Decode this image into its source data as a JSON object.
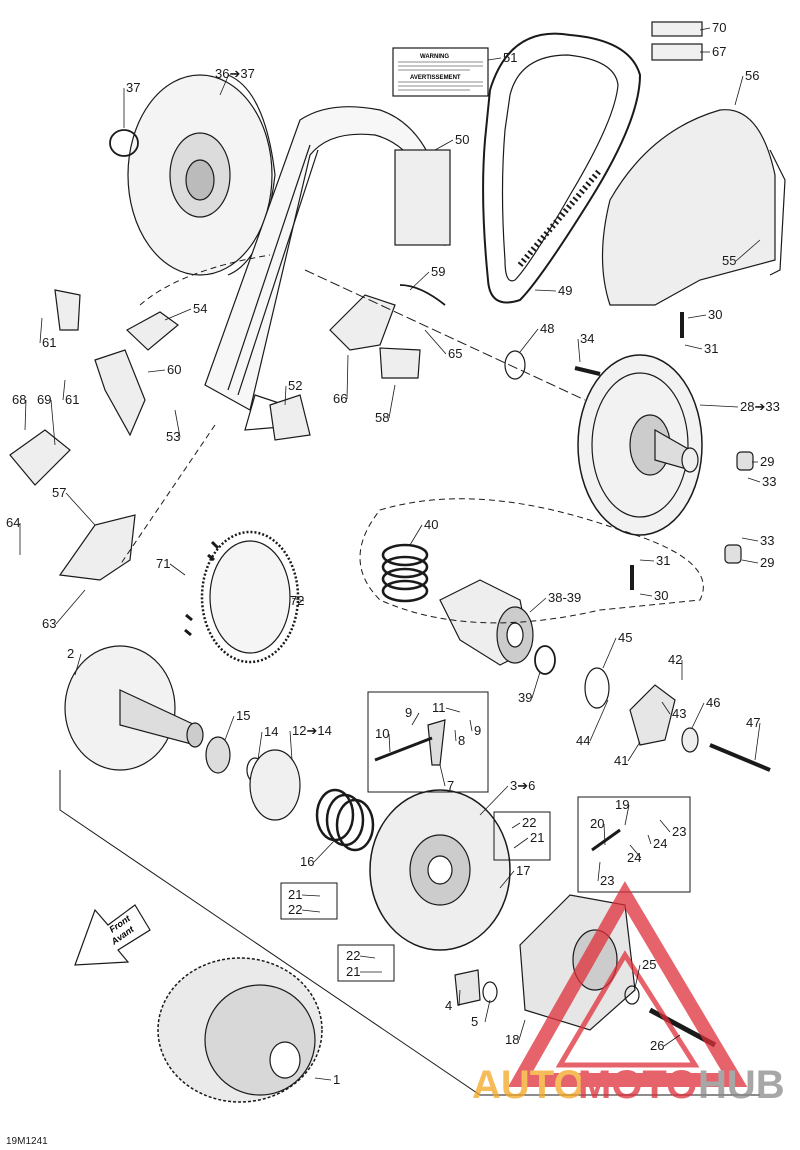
{
  "diagram_code": "19M1241",
  "front_sign": {
    "line1": "Front",
    "line2": "Avant"
  },
  "warning_label": {
    "heading": "WARNING",
    "heading2": "AVERTISSEMENT"
  },
  "callouts": [
    {
      "id": "70",
      "label": "70"
    },
    {
      "id": "67",
      "label": "67"
    },
    {
      "id": "51",
      "label": "51"
    },
    {
      "id": "56",
      "label": "56"
    },
    {
      "id": "37",
      "label": "37"
    },
    {
      "id": "36-37",
      "label": "36➔37"
    },
    {
      "id": "50",
      "label": "50"
    },
    {
      "id": "55",
      "label": "55"
    },
    {
      "id": "59",
      "label": "59"
    },
    {
      "id": "49",
      "label": "49"
    },
    {
      "id": "30a",
      "label": "30"
    },
    {
      "id": "54",
      "label": "54"
    },
    {
      "id": "48",
      "label": "48"
    },
    {
      "id": "34",
      "label": "34"
    },
    {
      "id": "31a",
      "label": "31"
    },
    {
      "id": "61a",
      "label": "61"
    },
    {
      "id": "65",
      "label": "65"
    },
    {
      "id": "60",
      "label": "60"
    },
    {
      "id": "61b",
      "label": "61"
    },
    {
      "id": "66",
      "label": "66"
    },
    {
      "id": "28-33",
      "label": "28➔33"
    },
    {
      "id": "68",
      "label": "68"
    },
    {
      "id": "69",
      "label": "69"
    },
    {
      "id": "52",
      "label": "52"
    },
    {
      "id": "53",
      "label": "53"
    },
    {
      "id": "58",
      "label": "58"
    },
    {
      "id": "29a",
      "label": "29"
    },
    {
      "id": "33a",
      "label": "33"
    },
    {
      "id": "57",
      "label": "57"
    },
    {
      "id": "40",
      "label": "40"
    },
    {
      "id": "33b",
      "label": "33"
    },
    {
      "id": "64",
      "label": "64"
    },
    {
      "id": "29b",
      "label": "29"
    },
    {
      "id": "31b",
      "label": "31"
    },
    {
      "id": "71",
      "label": "71"
    },
    {
      "id": "72",
      "label": "72"
    },
    {
      "id": "30b",
      "label": "30"
    },
    {
      "id": "63",
      "label": "63"
    },
    {
      "id": "38-39",
      "label": "38-39"
    },
    {
      "id": "45",
      "label": "45"
    },
    {
      "id": "2",
      "label": "2"
    },
    {
      "id": "42",
      "label": "42"
    },
    {
      "id": "39",
      "label": "39"
    },
    {
      "id": "11",
      "label": "11"
    },
    {
      "id": "9a",
      "label": "9"
    },
    {
      "id": "9b",
      "label": "9"
    },
    {
      "id": "8",
      "label": "8"
    },
    {
      "id": "43",
      "label": "43"
    },
    {
      "id": "46",
      "label": "46"
    },
    {
      "id": "15",
      "label": "15"
    },
    {
      "id": "47",
      "label": "47"
    },
    {
      "id": "14",
      "label": "14"
    },
    {
      "id": "12-14",
      "label": "12➔14"
    },
    {
      "id": "10",
      "label": "10"
    },
    {
      "id": "44",
      "label": "44"
    },
    {
      "id": "41",
      "label": "41"
    },
    {
      "id": "7",
      "label": "7"
    },
    {
      "id": "3-6",
      "label": "3➔6"
    },
    {
      "id": "22a",
      "label": "22"
    },
    {
      "id": "21a",
      "label": "21"
    },
    {
      "id": "19",
      "label": "19"
    },
    {
      "id": "20",
      "label": "20"
    },
    {
      "id": "23a",
      "label": "23"
    },
    {
      "id": "24a",
      "label": "24"
    },
    {
      "id": "24b",
      "label": "24"
    },
    {
      "id": "16",
      "label": "16"
    },
    {
      "id": "23b",
      "label": "23"
    },
    {
      "id": "17",
      "label": "17"
    },
    {
      "id": "21b",
      "label": "21"
    },
    {
      "id": "22b",
      "label": "22"
    },
    {
      "id": "22c",
      "label": "22"
    },
    {
      "id": "21c",
      "label": "21"
    },
    {
      "id": "25",
      "label": "25"
    },
    {
      "id": "4",
      "label": "4"
    },
    {
      "id": "5",
      "label": "5"
    },
    {
      "id": "18",
      "label": "18"
    },
    {
      "id": "26",
      "label": "26"
    },
    {
      "id": "1",
      "label": "1"
    }
  ],
  "watermark": {
    "text_a": "AUTO",
    "text_b": "MOTO",
    "text_c": "HUB"
  },
  "colors": {
    "line": "#1a1a1a",
    "watermark_red": "#e0303a",
    "watermark_orange": "#f5a623",
    "watermark_gray": "#8a8a8a"
  }
}
